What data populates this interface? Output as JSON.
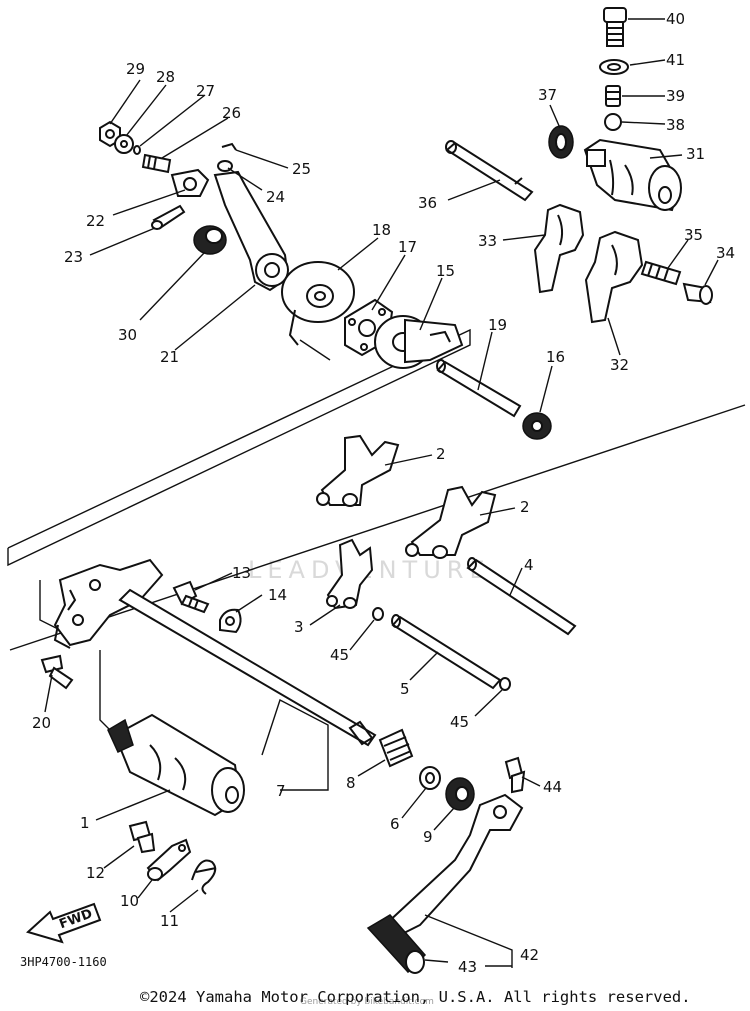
{
  "diagram": {
    "part_numbers": [
      "1",
      "2",
      "2",
      "3",
      "4",
      "5",
      "6",
      "7",
      "8",
      "9",
      "10",
      "11",
      "12",
      "13",
      "14",
      "15",
      "16",
      "17",
      "18",
      "19",
      "20",
      "21",
      "22",
      "23",
      "24",
      "25",
      "26",
      "27",
      "28",
      "29",
      "30",
      "31",
      "32",
      "33",
      "34",
      "35",
      "36",
      "37",
      "38",
      "39",
      "40",
      "41",
      "42",
      "43",
      "44",
      "45",
      "45"
    ],
    "direction_label": "FWD",
    "diagram_code": "3HP4700-1160",
    "watermark": "LEADVENTURE",
    "footer_note": "Generated by bikebandit.com",
    "copyright": "©2024 Yamaha Motor Corporation, U.S.A. All rights reserved."
  }
}
